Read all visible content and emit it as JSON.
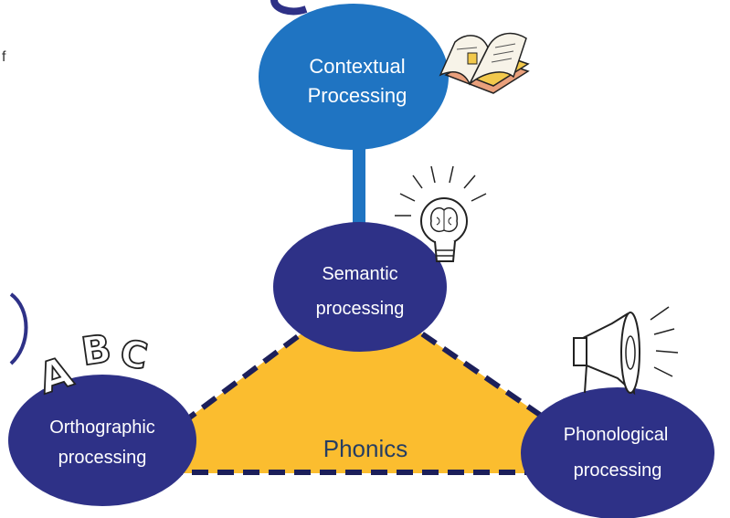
{
  "stray_text": "f",
  "nodes": {
    "contextual": {
      "line1": "Contextual",
      "line2": "Processing"
    },
    "semantic": {
      "line1": "Semantic",
      "line2": "processing"
    },
    "orthographic": {
      "line1": "Orthographic",
      "line2": "processing"
    },
    "phonological": {
      "line1": "Phonological",
      "line2": "processing"
    }
  },
  "triangle_label": "Phonics",
  "colors": {
    "contextual_fill": "#1f74c2",
    "node_fill": "#2e3187",
    "triangle_fill": "#fbbd2f",
    "dash": "#1c1f5a",
    "connector": "#1f74c2"
  },
  "icons": [
    "book-icon",
    "lightbulb-brain-icon",
    "abc-letters-icon",
    "megaphone-icon"
  ]
}
